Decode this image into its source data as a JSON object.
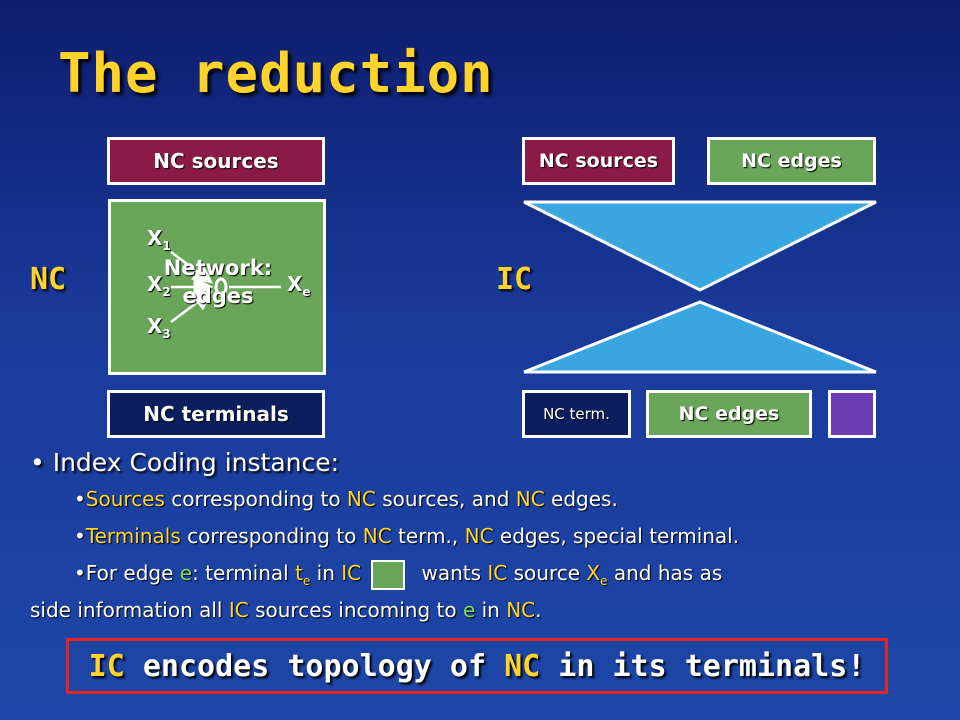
{
  "title": "The reduction",
  "nc_side": {
    "label": "NC",
    "sources_box": "NC sources",
    "terminals_box": "NC terminals",
    "network_label_line1": "Network:",
    "network_label_line2": "edges",
    "vars": {
      "x1": "X",
      "x1_sub": "1",
      "x2": "X",
      "x2_sub": "2",
      "x3": "X",
      "x3_sub": "3",
      "xe": "X",
      "xe_sub": "e"
    }
  },
  "ic_side": {
    "label": "IC",
    "sources_box": "NC sources",
    "edges_box_top": "NC edges",
    "term_box": "NC term.",
    "edges_box_bottom": "NC edges"
  },
  "colors": {
    "title": "#ffd42a",
    "maroon_box": "#8b1a46",
    "green_box": "#6aa65a",
    "navy_box": "#0b1f5e",
    "purple_box": "#6e3cb2",
    "triangle": "#3aa6e0",
    "callout_border": "#e52520"
  },
  "bullets": {
    "main": "Index Coding instance:",
    "s1": {
      "a": "Sources",
      "b": " corresponding to ",
      "c": "NC",
      "d": " sources, and ",
      "e": "NC",
      "f": " edges."
    },
    "s2": {
      "a": "Terminals",
      "b": " corresponding to ",
      "c": "NC",
      "d": " term., ",
      "e": "NC",
      "f": " edges, special terminal."
    },
    "s3": {
      "a": "For edge ",
      "b": "e",
      "c": ": terminal ",
      "d": "t",
      "d_sub": "e",
      "e": " in ",
      "f": "IC",
      "g": " wants ",
      "h": "IC",
      "i": " source ",
      "j": "X",
      "j_sub": "e",
      "k": " and has as",
      "l": "side information all ",
      "m": "IC",
      "n": " sources incoming to ",
      "o": "e",
      "p": " in ",
      "q": "NC",
      "r": "."
    }
  },
  "callout": {
    "a": "IC",
    "b": " encodes topology of ",
    "c": "NC",
    "d": " in its terminals!"
  }
}
